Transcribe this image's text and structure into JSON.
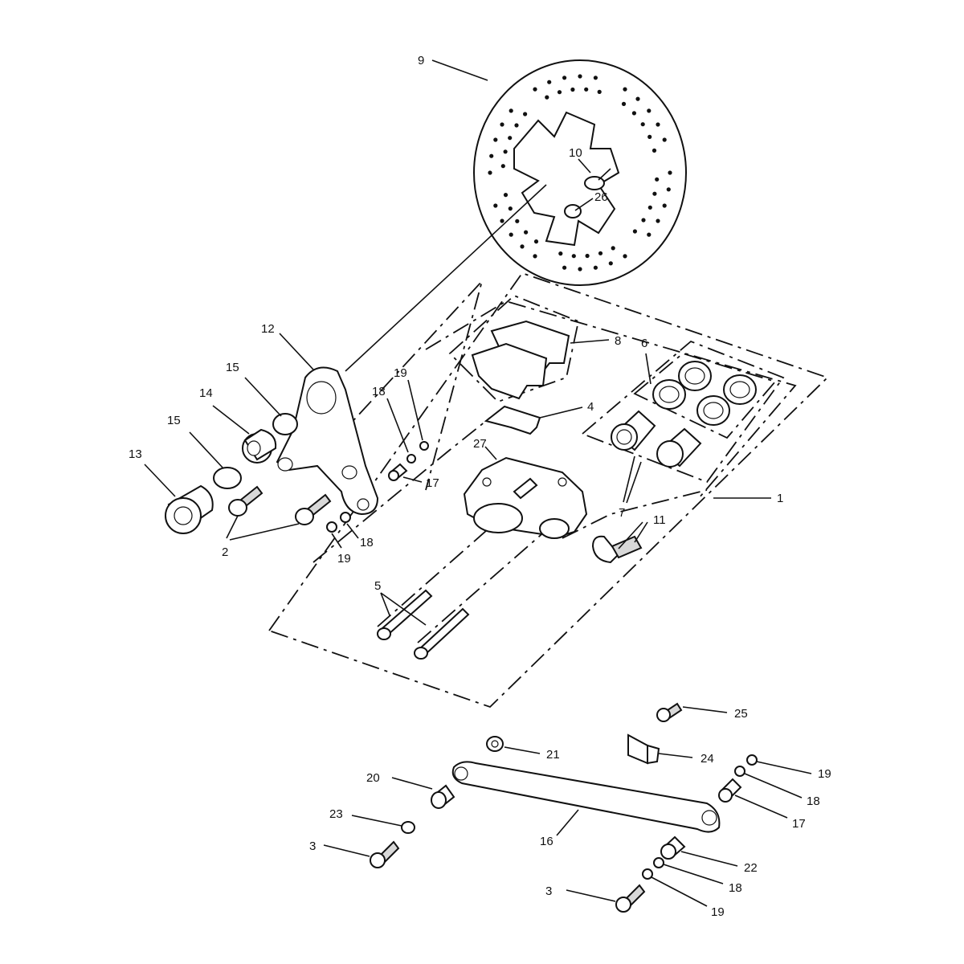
{
  "callouts": {
    "c1": "1",
    "c2": "2",
    "c3a": "3",
    "c3b": "3",
    "c4": "4",
    "c5": "5",
    "c6": "6",
    "c7": "7",
    "c8": "8",
    "c9": "9",
    "c10": "10",
    "c11": "11",
    "c12": "12",
    "c13": "13",
    "c14": "14",
    "c15a": "15",
    "c15b": "15",
    "c16": "16",
    "c17a": "17",
    "c17b": "17",
    "c18a": "18",
    "c18b": "18",
    "c18c": "18",
    "c18d": "18",
    "c19a": "19",
    "c19b": "19",
    "c19c": "19",
    "c19d": "19",
    "c20": "20",
    "c21": "21",
    "c22": "22",
    "c23": "23",
    "c24": "24",
    "c25": "25",
    "c26": "26",
    "c27": "27"
  },
  "colors": {
    "ink": "#111111",
    "paper": "#ffffff"
  }
}
